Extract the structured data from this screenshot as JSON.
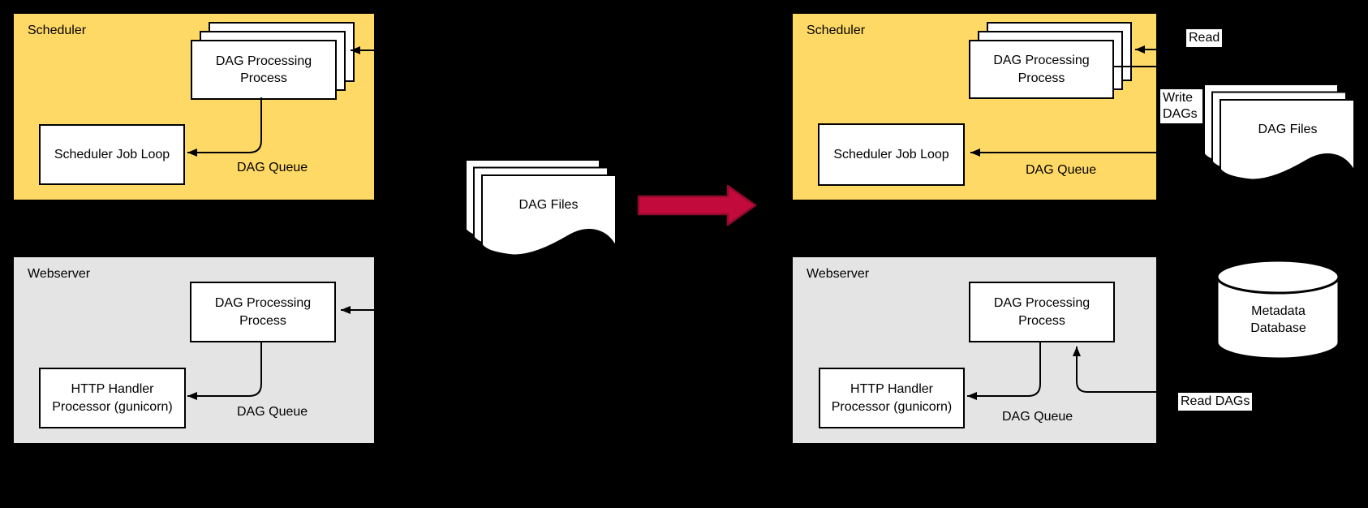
{
  "before": {
    "scheduler": {
      "title": "Scheduler",
      "process_label": "DAG Processing Process",
      "job_loop_label": "Scheduler Job Loop",
      "queue_label": "DAG Queue"
    },
    "webserver": {
      "title": "Webserver",
      "process_label": "DAG Processing Process",
      "handler_label": "HTTP Handler Processor (gunicorn)",
      "queue_label": "DAG Queue"
    }
  },
  "middle": {
    "dag_files_label": "DAG Files"
  },
  "after": {
    "scheduler": {
      "title": "Scheduler",
      "process_label": "DAG Processing Process",
      "job_loop_label": "Scheduler Job Loop",
      "queue_label": "DAG Queue"
    },
    "webserver": {
      "title": "Webserver",
      "process_label": "DAG Processing Process",
      "handler_label": "HTTP Handler Processor (gunicorn)",
      "queue_label": "DAG Queue"
    },
    "read_label": "Read",
    "write_dags_label": "Write DAGs",
    "dag_files_label": "DAG Files",
    "metadata_db_label": "Metadata Database",
    "read_dags_label": "Read DAGs"
  },
  "colors": {
    "background": "#000000",
    "scheduler_fill": "#FFD966",
    "webserver_fill": "#E4E4E4",
    "node_fill": "#FFFFFF",
    "line": "#000000",
    "transition_arrow_fill": "#C20A3C",
    "transition_arrow_outline": "#8F0A2B"
  }
}
